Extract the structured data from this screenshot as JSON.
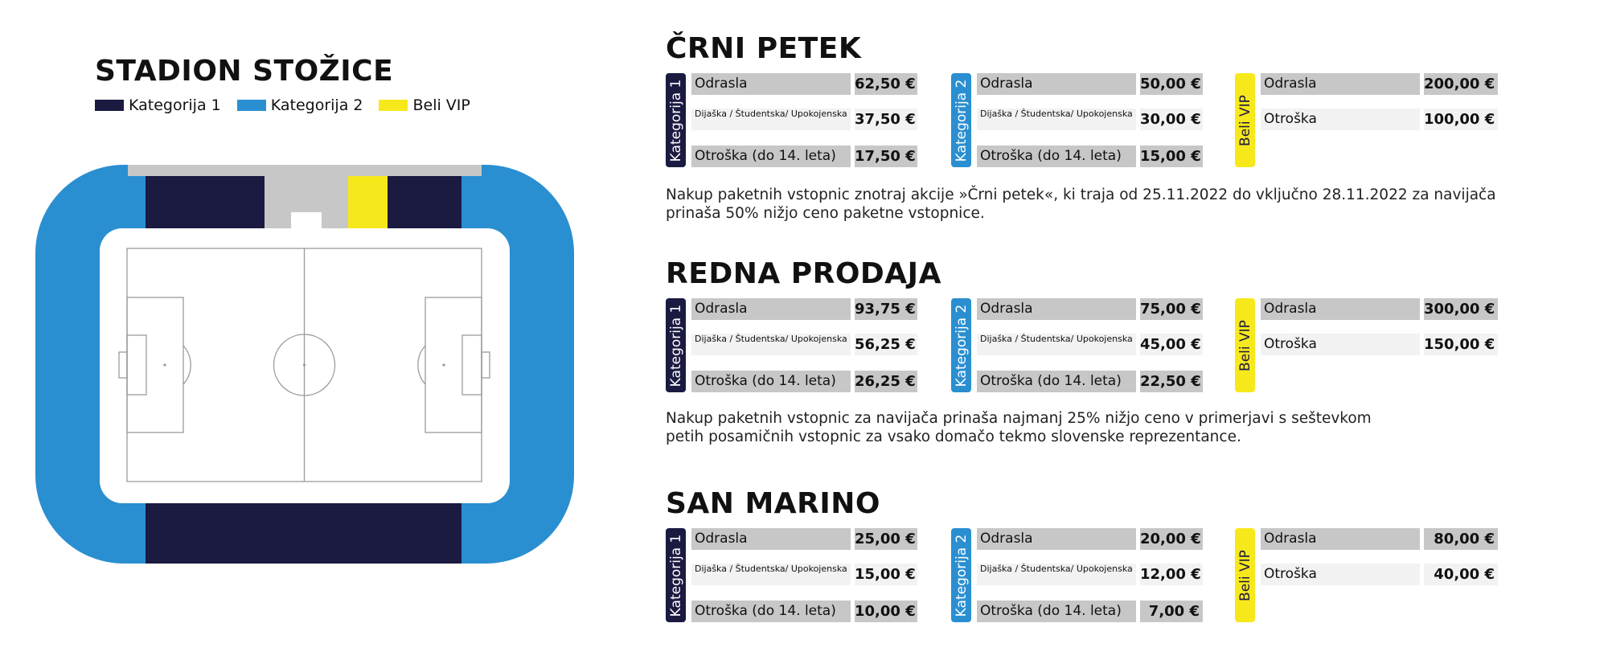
{
  "stadium": {
    "title": "STADION STOŽICE",
    "legend": [
      {
        "label": "Kategorija 1",
        "color": "#1b1a41"
      },
      {
        "label": "Kategorija 2",
        "color": "#2a8fd1"
      },
      {
        "label": "Beli VIP",
        "color": "#f7e81c"
      }
    ]
  },
  "sections": [
    {
      "title": "ČRNI PETEK",
      "groups": [
        {
          "tab": "Kategorija 1",
          "rows": [
            {
              "label": "Odrasla",
              "price": "62,50 €"
            },
            {
              "label": "Dijaška / Študentska/ Upokojenska",
              "price": "37,50 €"
            },
            {
              "label": "Otroška (do 14. leta)",
              "price": "17,50 €"
            }
          ]
        },
        {
          "tab": "Kategorija 2",
          "rows": [
            {
              "label": "Odrasla",
              "price": "50,00 €"
            },
            {
              "label": "Dijaška / Študentska/ Upokojenska",
              "price": "30,00 €"
            },
            {
              "label": "Otroška (do 14. leta)",
              "price": "15,00 €"
            }
          ]
        },
        {
          "tab": "Beli VIP",
          "rows": [
            {
              "label": "Odrasla",
              "price": "200,00 €"
            },
            {
              "label": "Otroška",
              "price": "100,00 €"
            }
          ]
        }
      ],
      "note_lines": [
        "Nakup paketnih vstopnic znotraj akcije »Črni petek«, ki traja od 25.11.2022 do vključno 28.11.2022 za navijača",
        "prinaša 50% nižjo ceno paketne vstopnice."
      ]
    },
    {
      "title": "REDNA PRODAJA",
      "groups": [
        {
          "tab": "Kategorija 1",
          "rows": [
            {
              "label": "Odrasla",
              "price": "93,75 €"
            },
            {
              "label": "Dijaška / Študentska/ Upokojenska",
              "price": "56,25 €"
            },
            {
              "label": "Otroška (do 14. leta)",
              "price": "26,25 €"
            }
          ]
        },
        {
          "tab": "Kategorija 2",
          "rows": [
            {
              "label": "Odrasla",
              "price": "75,00 €"
            },
            {
              "label": "Dijaška / Študentska/ Upokojenska",
              "price": "45,00 €"
            },
            {
              "label": "Otroška (do 14. leta)",
              "price": "22,50 €"
            }
          ]
        },
        {
          "tab": "Beli VIP",
          "rows": [
            {
              "label": "Odrasla",
              "price": "300,00 €"
            },
            {
              "label": "Otroška",
              "price": "150,00 €"
            }
          ]
        }
      ],
      "note_lines": [
        "Nakup paketnih vstopnic za navijača prinaša najmanj 25% nižjo ceno v primerjavi s seštevkom",
        "petih posamičnih vstopnic za vsako domačo tekmo slovenske reprezentance."
      ]
    },
    {
      "title": "SAN MARINO",
      "groups": [
        {
          "tab": "Kategorija 1",
          "rows": [
            {
              "label": "Odrasla",
              "price": "25,00 €"
            },
            {
              "label": "Dijaška / Študentska/ Upokojenska",
              "price": "15,00 €"
            },
            {
              "label": "Otroška (do 14. leta)",
              "price": "10,00 €"
            }
          ]
        },
        {
          "tab": "Kategorija 2",
          "rows": [
            {
              "label": "Odrasla",
              "price": "20,00 €"
            },
            {
              "label": "Dijaška / Študentska/ Upokojenska",
              "price": "12,00 €"
            },
            {
              "label": "Otroška (do 14. leta)",
              "price": "7,00 €"
            }
          ]
        },
        {
          "tab": "Beli VIP",
          "rows": [
            {
              "label": "Odrasla",
              "price": "80,00 €"
            },
            {
              "label": "Otroška",
              "price": "40,00 €"
            }
          ]
        }
      ],
      "note_lines": []
    }
  ]
}
